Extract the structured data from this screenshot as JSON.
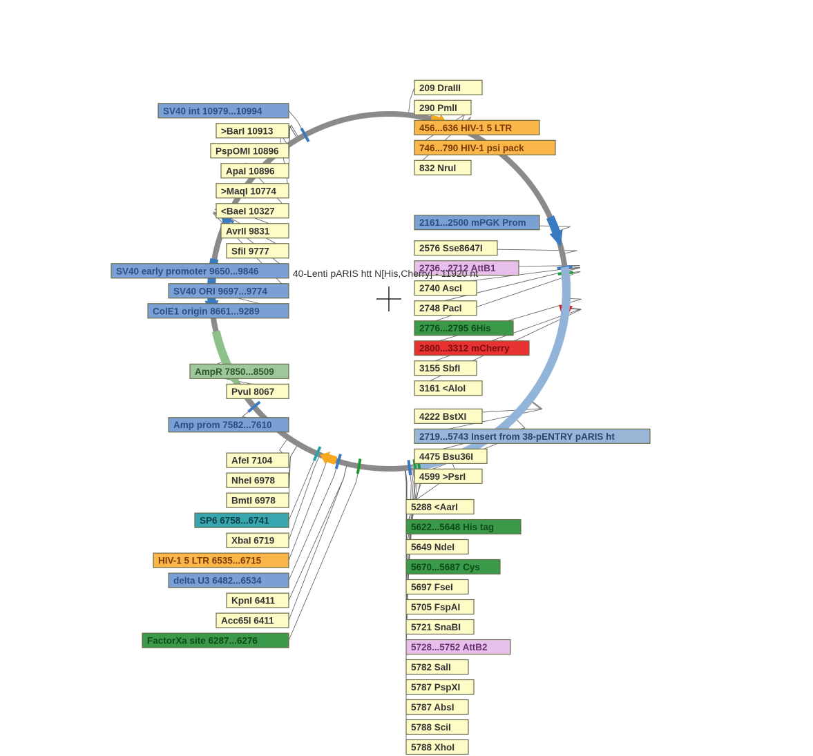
{
  "map": {
    "title": "40-Lenti pARIS htt N[His,Cherry] - 11920 nt",
    "total_length_nt": 11920
  },
  "colors": {
    "backbone": "#8a8a8a",
    "site_box": "#fdfbc6",
    "site_text": "#333333",
    "blue": "#7aa0d4",
    "blue_text": "#2a4e86",
    "orange": "#fbb64a",
    "orange_text": "#7a3a06",
    "pink": "#e6c0ea",
    "pink_text": "#6a3070",
    "green": "#3a9a4a",
    "green_text": "#0e4a18",
    "red": "#e83232",
    "red_text": "#7a0e0e",
    "teal": "#39a5ae",
    "teal_text": "#0c3e44",
    "sage": "#9fc79c",
    "sage_text": "#2a5a28",
    "lightblue": "#9ab6d6",
    "lightblue_text": "#25476e",
    "feat_blue": "#3a7ac0",
    "feat_orange": "#f7a81c",
    "feat_red": "#e31b1b",
    "feat_sage": "#8cc28a",
    "feat_lightblue": "#93b4d9",
    "feat_teal": "#2aa0a8",
    "feat_green": "#229a34"
  },
  "features": [
    {
      "name": "SV40 int",
      "start": 10979,
      "end": 10994,
      "type": "tick",
      "color": "feat_blue"
    },
    {
      "name": "HIV-1 5 LTR",
      "start": 456,
      "end": 636,
      "type": "arrow",
      "color": "feat_orange",
      "strand": 1
    },
    {
      "name": "HIV-1 psi pack",
      "start": 746,
      "end": 790,
      "type": "arrow",
      "color": "feat_orange",
      "strand": 1
    },
    {
      "name": "mPGK Prom",
      "start": 2161,
      "end": 2500,
      "type": "arrow",
      "color": "feat_blue",
      "strand": 1
    },
    {
      "name": "AttB1",
      "start": 2712,
      "end": 2736,
      "type": "tick",
      "color": "feat_blue"
    },
    {
      "name": "6His",
      "start": 2776,
      "end": 2795,
      "type": "tick",
      "color": "feat_green"
    },
    {
      "name": "mCherry",
      "start": 2800,
      "end": 3312,
      "type": "arrow",
      "color": "feat_red",
      "strand": 1
    },
    {
      "name": "Insert from 38-pENTRY pARIS ht",
      "start": 2719,
      "end": 5743,
      "type": "arrow",
      "color": "feat_lightblue",
      "strand": 1
    },
    {
      "name": "His tag",
      "start": 5622,
      "end": 5648,
      "type": "tick",
      "color": "feat_green"
    },
    {
      "name": "Cys",
      "start": 5670,
      "end": 5687,
      "type": "tick",
      "color": "feat_green"
    },
    {
      "name": "AttB2",
      "start": 5728,
      "end": 5752,
      "type": "tick",
      "color": "feat_blue"
    },
    {
      "name": "FactorXa site",
      "start": 6276,
      "end": 6287,
      "type": "tick",
      "color": "feat_green"
    },
    {
      "name": "delta U3",
      "start": 6482,
      "end": 6534,
      "type": "tick",
      "color": "feat_blue"
    },
    {
      "name": "HIV-1 5 LTR",
      "start": 6535,
      "end": 6715,
      "type": "arrow",
      "color": "feat_orange",
      "strand": 1
    },
    {
      "name": "SP6",
      "start": 6741,
      "end": 6758,
      "type": "tick",
      "color": "feat_teal"
    },
    {
      "name": "Amp prom",
      "start": 7582,
      "end": 7610,
      "type": "tick",
      "color": "feat_blue"
    },
    {
      "name": "AmpR",
      "start": 7850,
      "end": 8509,
      "type": "arrow",
      "color": "feat_sage",
      "strand": -1
    },
    {
      "name": "ColE1 origin",
      "start": 8661,
      "end": 9289,
      "type": "arrow",
      "color": "feat_blue",
      "strand": -1
    },
    {
      "name": "SV40 ORI",
      "start": 9697,
      "end": 9774,
      "type": "tick",
      "color": "feat_blue"
    },
    {
      "name": "SV40 early promoter",
      "start": 9650,
      "end": 9846,
      "type": "arrow",
      "color": "feat_blue",
      "strand": -1
    }
  ],
  "labels": [
    {
      "text": "SV40 int  10979...10994",
      "style": "blue",
      "pos": 10986
    },
    {
      "text": ">BarI  10913",
      "style": "site",
      "pos": 10913
    },
    {
      "text": "PspOMI  10896",
      "style": "site",
      "pos": 10896
    },
    {
      "text": "ApaI  10896",
      "style": "site",
      "pos": 10896
    },
    {
      "text": ">MaqI  10774",
      "style": "site",
      "pos": 10774
    },
    {
      "text": "<BaeI  10327",
      "style": "site",
      "pos": 10327
    },
    {
      "text": "AvrII  9831",
      "style": "site",
      "pos": 9831
    },
    {
      "text": "SfiI  9777",
      "style": "site",
      "pos": 9777
    },
    {
      "text": "SV40 early promoter  9650...9846",
      "style": "blue",
      "pos": 9748
    },
    {
      "text": "SV40 ORI  9697...9774",
      "style": "blue",
      "pos": 9735
    },
    {
      "text": "ColE1 origin  8661...9289",
      "style": "blue",
      "pos": 8975
    },
    {
      "text": "AmpR  7850...8509",
      "style": "sage",
      "pos": 8180
    },
    {
      "text": "PvuI  8067",
      "style": "site",
      "pos": 8067
    },
    {
      "text": "Amp prom  7582...7610",
      "style": "blue",
      "pos": 7596
    },
    {
      "text": "AfeI  7104",
      "style": "site",
      "pos": 7104
    },
    {
      "text": "NheI  6978",
      "style": "site",
      "pos": 6978
    },
    {
      "text": "BmtI  6978",
      "style": "site",
      "pos": 6978
    },
    {
      "text": "SP6  6758...6741",
      "style": "teal",
      "pos": 6750
    },
    {
      "text": "XbaI  6719",
      "style": "site",
      "pos": 6719
    },
    {
      "text": "HIV-1 5 LTR  6535...6715",
      "style": "orange",
      "pos": 6625
    },
    {
      "text": "delta U3  6482...6534",
      "style": "blue",
      "pos": 6508
    },
    {
      "text": "KpnI  6411",
      "style": "site",
      "pos": 6411
    },
    {
      "text": "Acc65I  6411",
      "style": "site",
      "pos": 6411
    },
    {
      "text": "FactorXa site  6287...6276",
      "style": "green",
      "pos": 6281
    },
    {
      "text": "209  DraIII",
      "style": "site",
      "pos": 209
    },
    {
      "text": "290  PmlI",
      "style": "site",
      "pos": 290
    },
    {
      "text": "456...636  HIV-1 5 LTR",
      "style": "orange",
      "pos": 546
    },
    {
      "text": "746...790  HIV-1 psi pack",
      "style": "orange",
      "pos": 768
    },
    {
      "text": "832  NruI",
      "style": "site",
      "pos": 832
    },
    {
      "text": "2161...2500  mPGK Prom",
      "style": "blue",
      "pos": 2330
    },
    {
      "text": "2576  Sse8647I",
      "style": "site",
      "pos": 2576
    },
    {
      "text": "2736...2712  AttB1",
      "style": "pink",
      "pos": 2724
    },
    {
      "text": "2740  AscI",
      "style": "site",
      "pos": 2740
    },
    {
      "text": "2748  PacI",
      "style": "site",
      "pos": 2748
    },
    {
      "text": "2776...2795  6His",
      "style": "green",
      "pos": 2785
    },
    {
      "text": "3155  SbfI",
      "style": "site",
      "pos": 3155
    },
    {
      "text": "2800...3312  mCherry",
      "style": "red",
      "pos": 3056
    },
    {
      "text": "3161  <AloI",
      "style": "site",
      "pos": 3161
    },
    {
      "text": "4222  BstXI",
      "style": "site",
      "pos": 4222
    },
    {
      "text": "2719...5743  Insert from 38-pENTRY pARIS ht",
      "style": "lightblue",
      "pos": 4231
    },
    {
      "text": "4475  Bsu36I",
      "style": "site",
      "pos": 4475
    },
    {
      "text": "4599  >PsrI",
      "style": "site",
      "pos": 4599
    },
    {
      "text": "5288  <AarI",
      "style": "site",
      "pos": 5288
    },
    {
      "text": "5622...5648  His tag",
      "style": "green",
      "pos": 5635
    },
    {
      "text": "5649  NdeI",
      "style": "site",
      "pos": 5649
    },
    {
      "text": "5670...5687  Cys",
      "style": "green",
      "pos": 5678
    },
    {
      "text": "5697  FseI",
      "style": "site",
      "pos": 5697
    },
    {
      "text": "5705  FspAI",
      "style": "site",
      "pos": 5705
    },
    {
      "text": "5721  SnaBI",
      "style": "site",
      "pos": 5721
    },
    {
      "text": "5728...5752  AttB2",
      "style": "pink",
      "pos": 5740
    },
    {
      "text": "5782  SalI",
      "style": "site",
      "pos": 5782
    },
    {
      "text": "5787  PspXI",
      "style": "site",
      "pos": 5787
    },
    {
      "text": "5787  AbsI",
      "style": "site",
      "pos": 5787
    },
    {
      "text": "5788  SciI",
      "style": "site",
      "pos": 5788
    },
    {
      "text": "5788  XhoI",
      "style": "site",
      "pos": 5788
    }
  ]
}
